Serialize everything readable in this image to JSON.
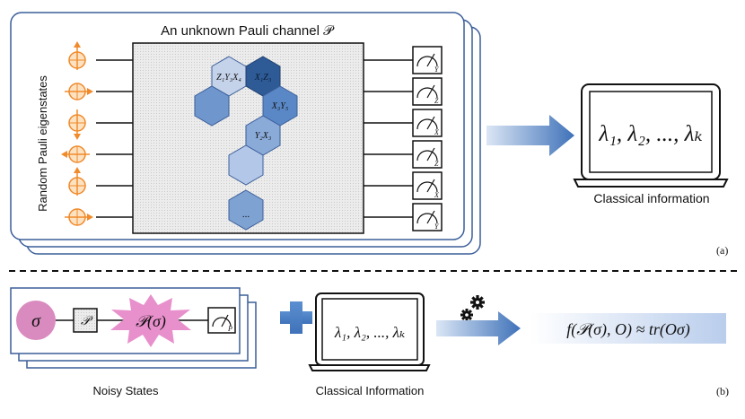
{
  "panel_a": {
    "title": "An unknown Pauli channel 𝒫",
    "side_label": "Random Pauli eigenstates",
    "gate_labels": [
      "Z₁Y₃X₄",
      "X₁Z₃",
      "X₃Y₅",
      "Y₂X₃",
      "..."
    ],
    "measurement_bases": [
      "Y",
      "Z",
      "X",
      "Z",
      "X",
      "Y"
    ],
    "laptop_text": "λ₁, λ₂, ..., λₖ",
    "output_caption": "Classical information",
    "tag": "(a)"
  },
  "panel_b": {
    "state_symbol": "σ",
    "channel_symbol": "𝒫",
    "noisy_output": "𝒫(σ)",
    "meter_basis": "P",
    "left_caption": "Noisy States",
    "laptop_text": "λ₁, λ₂, ..., λₖ",
    "middle_caption": "Classical Information",
    "result_formula": "f(𝒫(σ), O) ≈ tr(Oσ)",
    "tag": "(b)"
  },
  "colors": {
    "hex_light": "#c5d3ea",
    "hex_mid": "#7ea2d2",
    "hex_dark": "#2e5b96",
    "state_orange": "#f5a04a",
    "sigma_pink": "#d98bbf",
    "arrow_blue": "#4f7fc0"
  }
}
